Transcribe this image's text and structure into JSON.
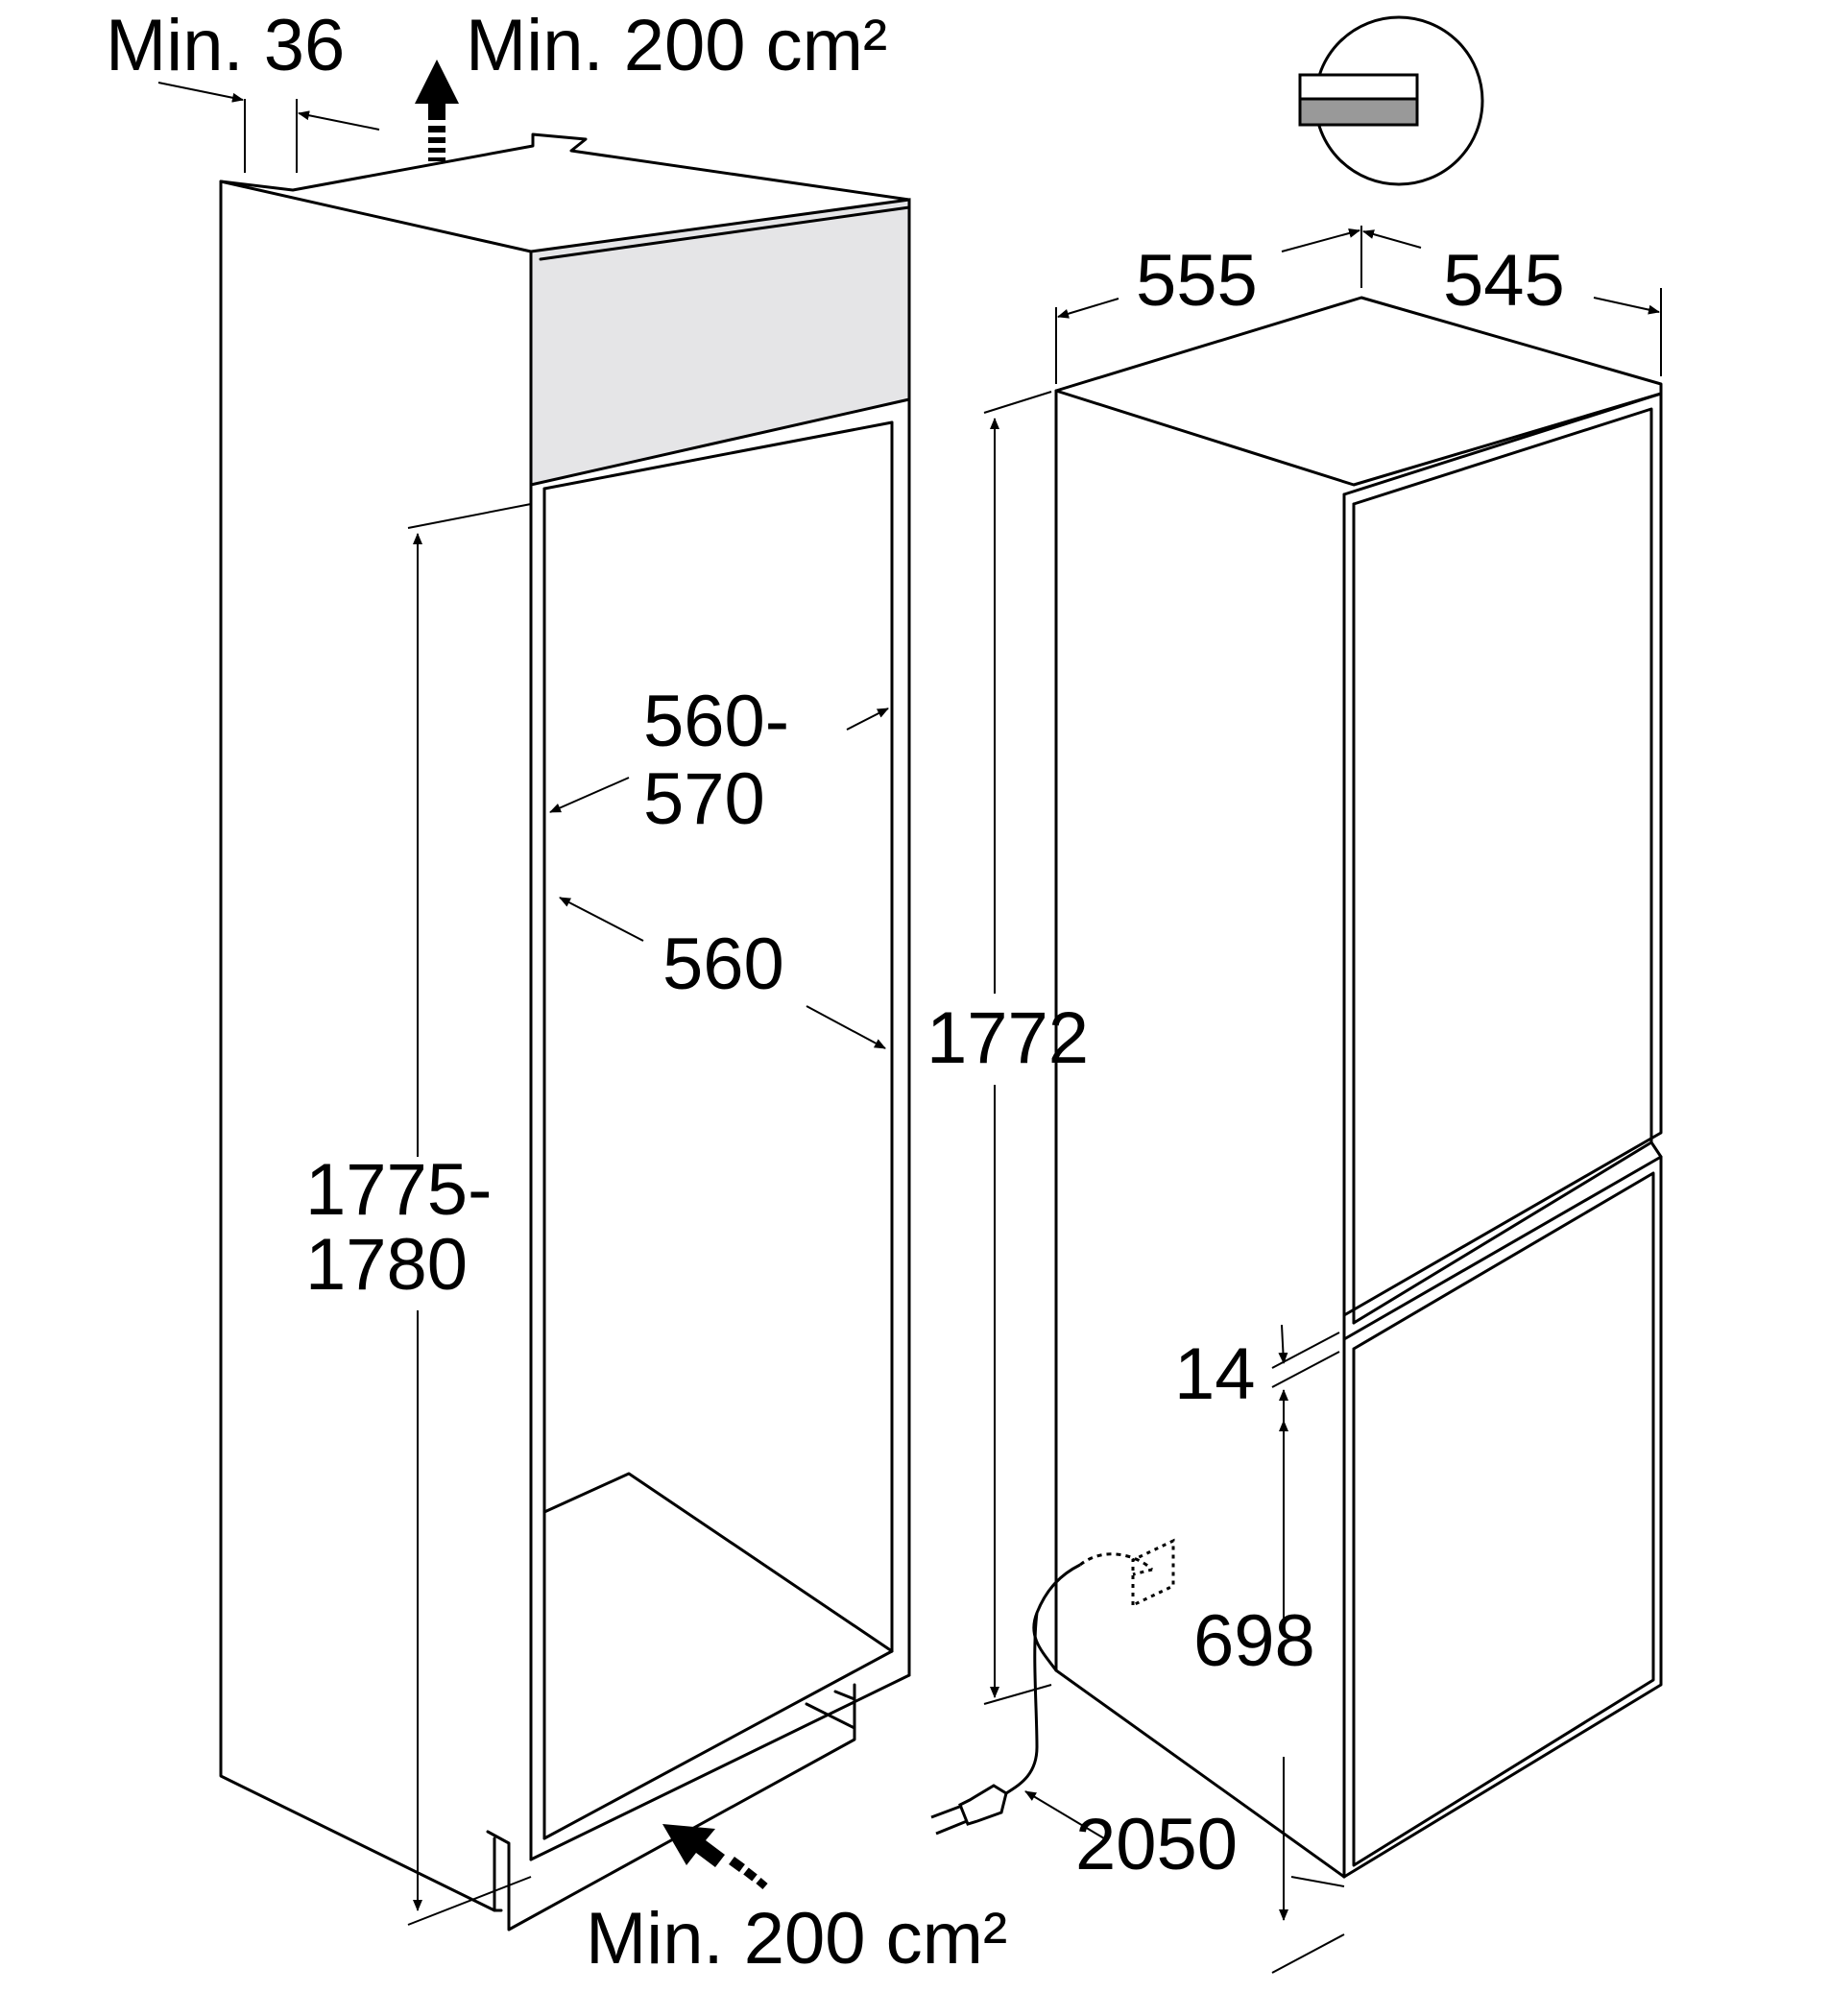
{
  "labels": {
    "top_gap": "Min. 36",
    "top_vent": "Min. 200 cm²",
    "niche_width_line1": "560-",
    "niche_width_line2": "570",
    "niche_depth": "560",
    "niche_height_line1": "1775-",
    "niche_height_line2": "1780",
    "bottom_vent": "Min. 200 cm²",
    "appliance_width": "555",
    "appliance_depth": "545",
    "appliance_height": "1772",
    "door_gap": "14",
    "lower_door_height": "698",
    "cable_length": "2050"
  },
  "icons": {
    "top_icon": "built-in-appliance-icon",
    "plug": "power-plug-icon",
    "socket": "wall-socket-icon"
  },
  "colors": {
    "line": "#000000",
    "panel_fill": "#e5e5e7",
    "icon_fill": "#999999",
    "background": "#ffffff"
  }
}
